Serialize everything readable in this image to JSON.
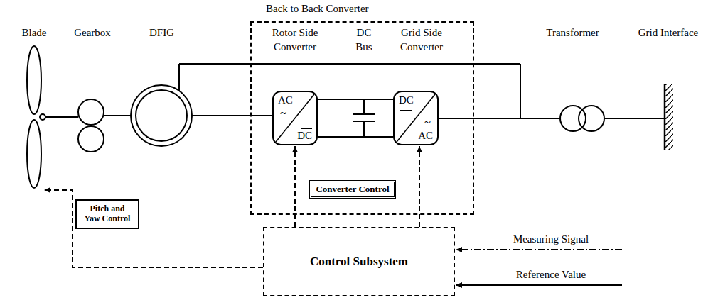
{
  "diagram": {
    "nodes": [
      {
        "text": [
          "Back to Back Converter"
        ]
      },
      {
        "text": [
          "AC",
          "~",
          "DC"
        ],
        "in": 0
      },
      {
        "text": [
          "DC",
          "~",
          "AC"
        ],
        "in": 0
      },
      {
        "text": [
          "Converter Control"
        ],
        "in": 0
      },
      {
        "text": [
          "Control Subsystem"
        ]
      },
      {
        "text": [
          "Pitch and Yaw Control"
        ]
      }
    ],
    "edges": [
      {
        "from": 4,
        "to": 1,
        "arrow": "to"
      },
      {
        "from": 4,
        "to": 2,
        "arrow": "to"
      }
    ],
    "labels": [
      "Blade",
      "Gearbox",
      "DFIG",
      "Rotor Side Converter",
      "DC Bus",
      "Grid Side Converter",
      "Transformer",
      "Grid Interface",
      "Measuring Signal",
      "Reference Value"
    ]
  }
}
